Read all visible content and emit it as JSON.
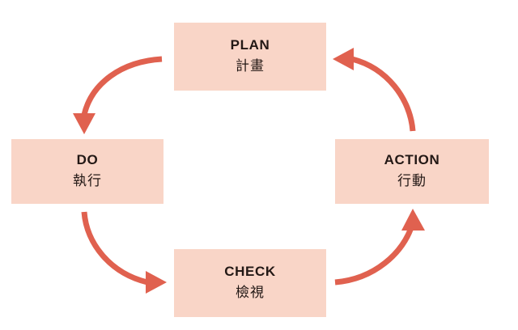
{
  "diagram": {
    "type": "pdca-cycle",
    "direction": "clockwise",
    "background_color": "#ffffff",
    "node_fill_color": "#f9d5c7",
    "arrow_color": "#e0614f",
    "text_color": "#231815",
    "nodes": [
      {
        "id": "plan",
        "title": "PLAN",
        "subtitle": "計畫"
      },
      {
        "id": "do",
        "title": "DO",
        "subtitle": "執行"
      },
      {
        "id": "check",
        "title": "CHECK",
        "subtitle": "檢視"
      },
      {
        "id": "action",
        "title": "ACTION",
        "subtitle": "行動"
      }
    ],
    "arrows": [
      {
        "id": "plan-to-do",
        "from": "plan",
        "to": "do",
        "direction": "down",
        "icon": "curved-arrow-icon"
      },
      {
        "id": "do-to-check",
        "from": "do",
        "to": "check",
        "direction": "right",
        "icon": "curved-arrow-icon"
      },
      {
        "id": "check-to-action",
        "from": "check",
        "to": "action",
        "direction": "up",
        "icon": "curved-arrow-icon"
      },
      {
        "id": "action-to-plan",
        "from": "action",
        "to": "plan",
        "direction": "left",
        "icon": "curved-arrow-icon"
      }
    ]
  }
}
